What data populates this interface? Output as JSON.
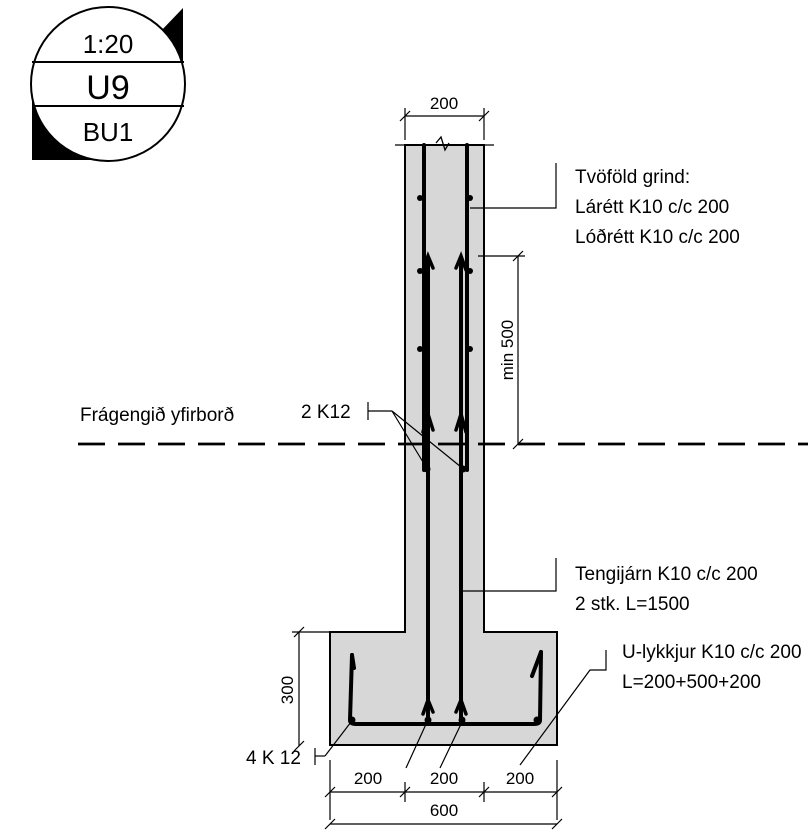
{
  "stamp": {
    "scale": "1:20",
    "sheet": "U9",
    "ref": "BU1"
  },
  "dimensions": {
    "wall_width": "200",
    "min_overlap": "min 500",
    "footing_height": "300",
    "bottom_left": "200",
    "bottom_middle": "200",
    "bottom_right": "200",
    "footing_width": "600"
  },
  "notes": {
    "grid_line1": "Tvöföld grind:",
    "grid_line2": "Lárétt K10 c/c 200",
    "grid_line3": "Lóðrétt K10 c/c 200",
    "tie_line1": "Tengijárn K10 c/c  200",
    "tie_line2": "2 stk. L=1500",
    "u_line1": "U-lykkjur K10 c/c 200",
    "u_line2": "L=200+500+200",
    "rebar_2k12": "2 K12",
    "rebar_4k12": "4 K 12",
    "ground_surface": "Frágengið yfirborð"
  },
  "colors": {
    "concrete": "#d7d7d7",
    "ink": "#000000"
  }
}
